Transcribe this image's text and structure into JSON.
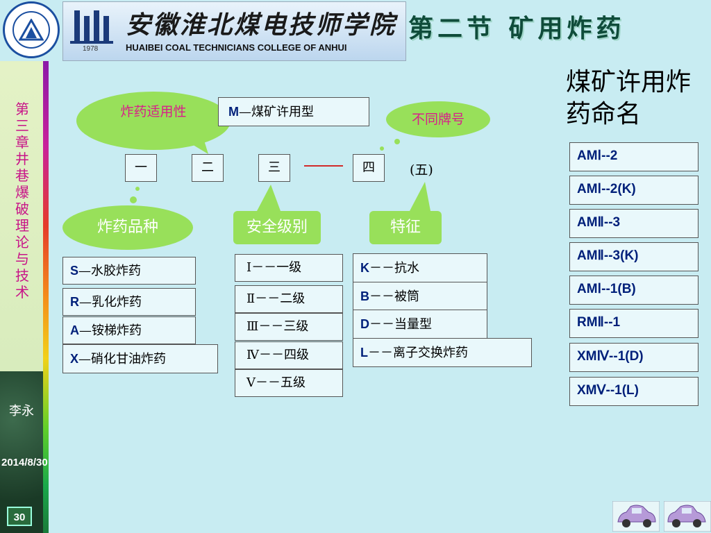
{
  "header": {
    "college_cn": "安徽淮北煤电技师学院",
    "college_en": "HUAIBEI COAL TECHNICIANS COLLEGE OF ANHUI",
    "year": "1978",
    "section_title": "第二节  矿用炸药"
  },
  "sidebar": {
    "chapter": "第三章 井巷爆破理论与技术",
    "author": "李永",
    "date": "2014/8/30",
    "page": "30"
  },
  "diagram": {
    "bubble_top_left": "炸药适用性",
    "m_box": {
      "prefix": "M",
      "text": "—煤矿许用型"
    },
    "bubble_top_right": "不同牌号",
    "slots": [
      "一",
      "二",
      "三",
      "四"
    ],
    "dash": "——",
    "slot5": "(五)",
    "cloud_left": "炸药品种",
    "btn_safety": "安全级别",
    "btn_feature": "特征",
    "varieties": [
      {
        "prefix": "S",
        "text": "—水胶炸药"
      },
      {
        "prefix": "R",
        "text": "—乳化炸药"
      },
      {
        "prefix": "A",
        "text": "—铵梯炸药"
      },
      {
        "prefix": "X",
        "text": "—硝化甘油炸药"
      }
    ],
    "levels": [
      "Ⅰ－－一级",
      "Ⅱ－－二级",
      "Ⅲ－－三级",
      "Ⅳ－－四级",
      "Ⅴ－－五级"
    ],
    "features": [
      {
        "prefix": "K",
        "text": "－－抗水"
      },
      {
        "prefix": "B",
        "text": "－－被筒"
      },
      {
        "prefix": "D",
        "text": "－－当量型"
      },
      {
        "prefix": "L",
        "text": "－－离子交换炸药"
      }
    ]
  },
  "naming": {
    "title": "煤矿许用炸药命名",
    "items": [
      "AMⅠ--2",
      "AMⅠ--2(K)",
      "AMⅡ--3",
      "AMⅡ--3(K)",
      "AMⅠ--1(B)",
      "RMⅡ--1",
      "XMⅣ--1(D)",
      "XMⅤ--1(L)"
    ]
  },
  "colors": {
    "background": "#c8ecf2",
    "green": "#98e05a",
    "title_green": "#0f4c3a",
    "magenta": "#c81488",
    "navy": "#00207a"
  }
}
